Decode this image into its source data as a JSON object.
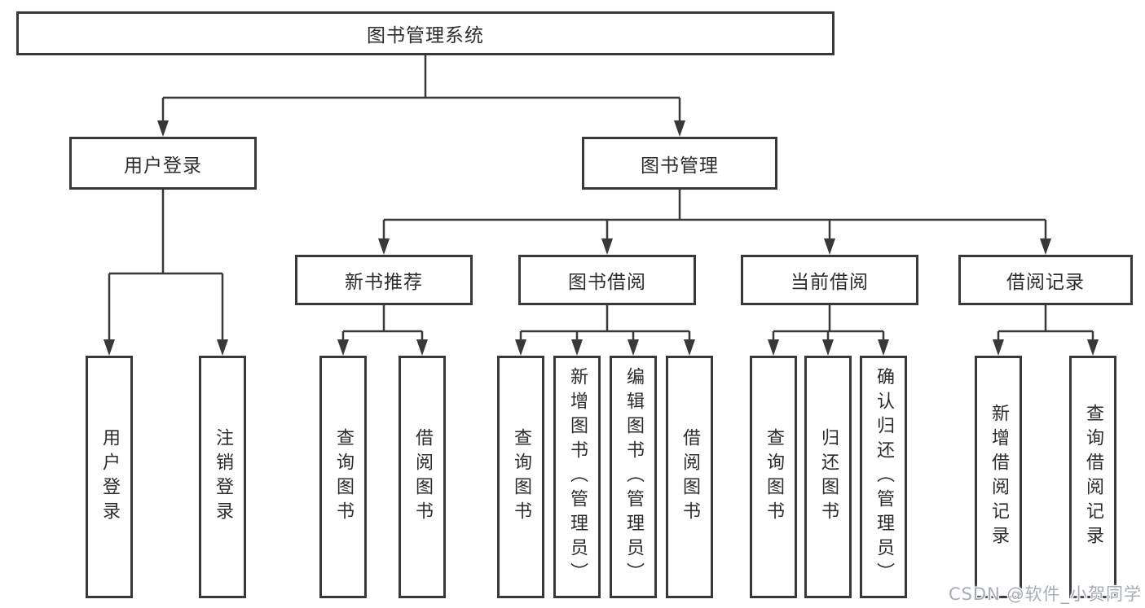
{
  "diagram": {
    "tree": {
      "label": "图书管理系统",
      "children": [
        {
          "label": "用户登录",
          "children": [
            {
              "label": "用户登录"
            },
            {
              "label": "注销登录"
            }
          ]
        },
        {
          "label": "图书管理",
          "children": [
            {
              "label": "新书推荐",
              "children": [
                {
                  "label": "查询图书"
                },
                {
                  "label": "借阅图书"
                }
              ]
            },
            {
              "label": "图书借阅",
              "children": [
                {
                  "label": "查询图书"
                },
                {
                  "label": "新增图书（管理员）"
                },
                {
                  "label": "编辑图书（管理员）"
                },
                {
                  "label": "借阅图书"
                }
              ]
            },
            {
              "label": "当前借阅",
              "children": [
                {
                  "label": "查询图书"
                },
                {
                  "label": "归还图书"
                },
                {
                  "label": "确认归还（管理员）"
                }
              ]
            },
            {
              "label": "借阅记录",
              "children": [
                {
                  "label": "新增借阅记录"
                },
                {
                  "label": "查询借阅记录"
                }
              ]
            }
          ]
        }
      ]
    }
  },
  "watermark": {
    "text": "CSDN @软件_小贺同学"
  },
  "colors": {
    "line": "#383838",
    "text": "#2c2c2c",
    "background": "#ffffff",
    "watermark": "#a8adb4"
  }
}
